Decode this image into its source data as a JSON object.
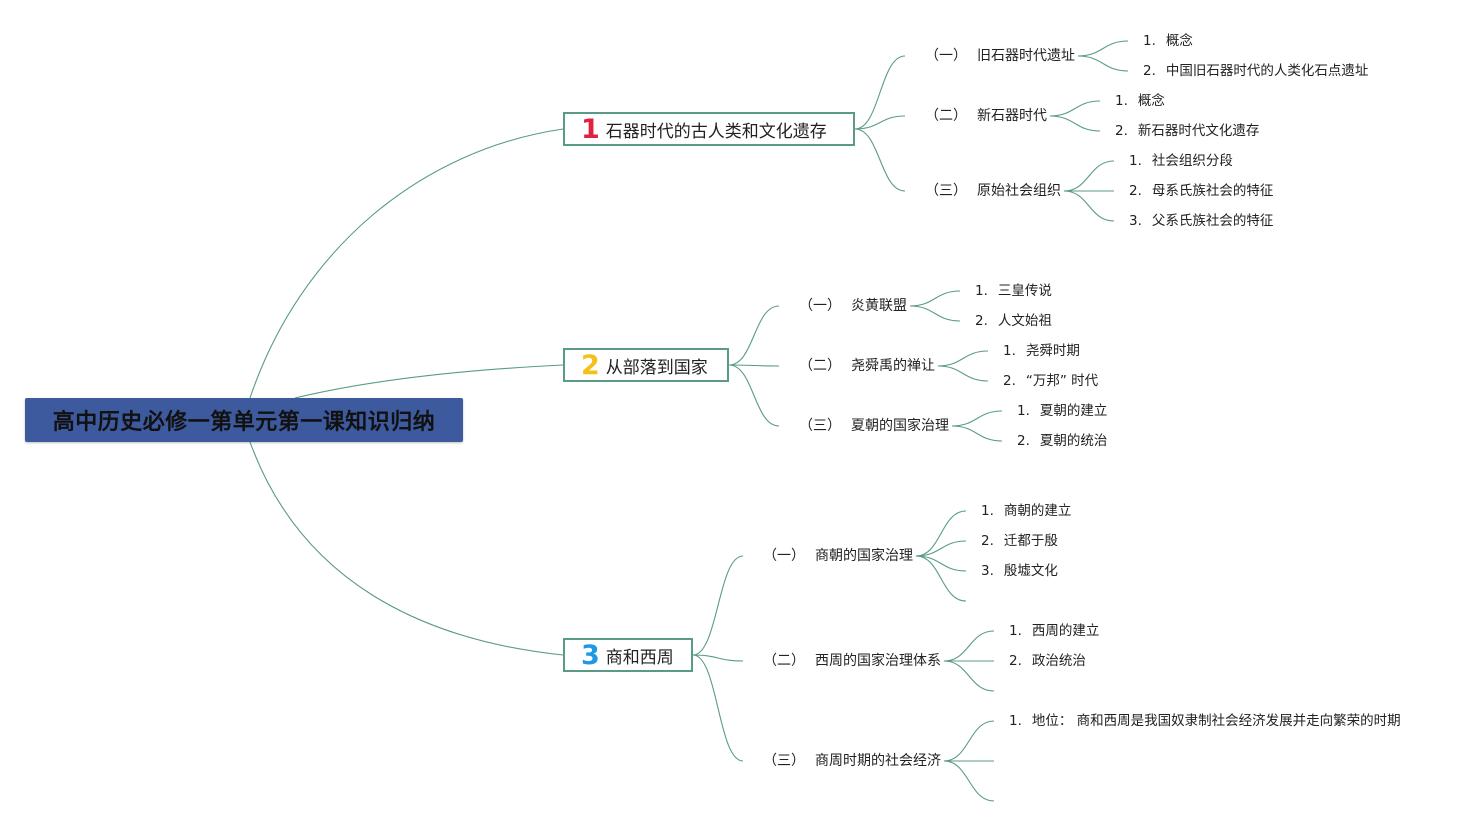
{
  "root": {
    "label": "高中历史必修一第单元第一课知识归纳"
  },
  "colors": {
    "root_bg": "#3d5a9e",
    "line": "#5a9a88",
    "num1": "#e0223f",
    "num2": "#f2c21b",
    "num3": "#1e9be0"
  },
  "branches": [
    {
      "num": "1",
      "label": "石器时代的古人类和文化遗存",
      "subs": [
        {
          "pre": "（一）",
          "label": "旧石器时代遗址",
          "leaves": [
            {
              "pre": "1.",
              "label": "概念"
            },
            {
              "pre": "2.",
              "label": "中国旧石器时代的人类化石点遗址"
            }
          ]
        },
        {
          "pre": "（二）",
          "label": "新石器时代",
          "leaves": [
            {
              "pre": "1.",
              "label": "概念"
            },
            {
              "pre": "2.",
              "label": "新石器时代文化遗存"
            }
          ]
        },
        {
          "pre": "（三）",
          "label": "原始社会组织",
          "leaves": [
            {
              "pre": "1.",
              "label": "社会组织分段"
            },
            {
              "pre": "2.",
              "label": "母系氏族社会的特征"
            },
            {
              "pre": "3.",
              "label": "父系氏族社会的特征"
            }
          ]
        }
      ]
    },
    {
      "num": "2",
      "label": "从部落到国家",
      "subs": [
        {
          "pre": "（一）",
          "label": "炎黄联盟",
          "leaves": [
            {
              "pre": "1.",
              "label": "三皇传说"
            },
            {
              "pre": "2.",
              "label": "人文始祖"
            }
          ]
        },
        {
          "pre": "（二）",
          "label": "尧舜禹的禅让",
          "leaves": [
            {
              "pre": "1.",
              "label": "尧舜时期"
            },
            {
              "pre": "2.",
              "label": "“万邦” 时代"
            }
          ]
        },
        {
          "pre": "（三）",
          "label": "夏朝的国家治理",
          "leaves": [
            {
              "pre": "1.",
              "label": "夏朝的建立"
            },
            {
              "pre": "2.",
              "label": "夏朝的统治"
            }
          ]
        }
      ]
    },
    {
      "num": "3",
      "label": "商和西周",
      "subs": [
        {
          "pre": "（一）",
          "label": "商朝的国家治理",
          "leaves": [
            {
              "pre": "1.",
              "label": "商朝的建立"
            },
            {
              "pre": "2.",
              "label": "迁都于殷"
            },
            {
              "pre": "3.",
              "label": "殷墟文化"
            }
          ]
        },
        {
          "pre": "（二）",
          "label": "西周的国家治理体系",
          "leaves": [
            {
              "pre": "1.",
              "label": "西周的建立"
            },
            {
              "pre": "2.",
              "label": "政治统治"
            }
          ]
        },
        {
          "pre": "（三）",
          "label": "商周时期的社会经济",
          "leaves": [
            {
              "pre": "1.",
              "label": "地位：  商和西周是我国奴隶制社会经济发展并走向繁荣的时期"
            }
          ]
        }
      ]
    }
  ]
}
